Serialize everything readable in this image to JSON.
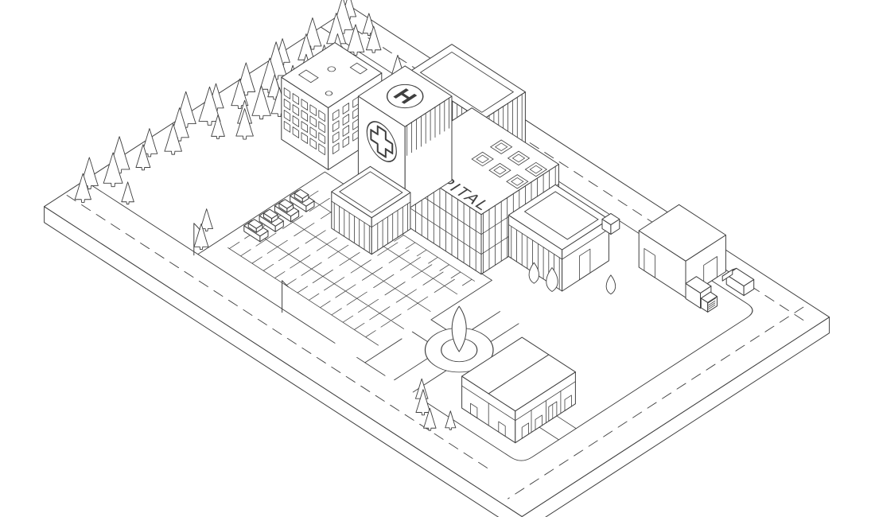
{
  "scene": {
    "type": "isometric-site-illustration",
    "labels": {
      "hospital_sign": "HOSPITAL",
      "helipad_letter": "H"
    },
    "colors": {
      "line": "#3f3f3f",
      "surface": "#ffffff",
      "background": "#ffffff"
    }
  }
}
